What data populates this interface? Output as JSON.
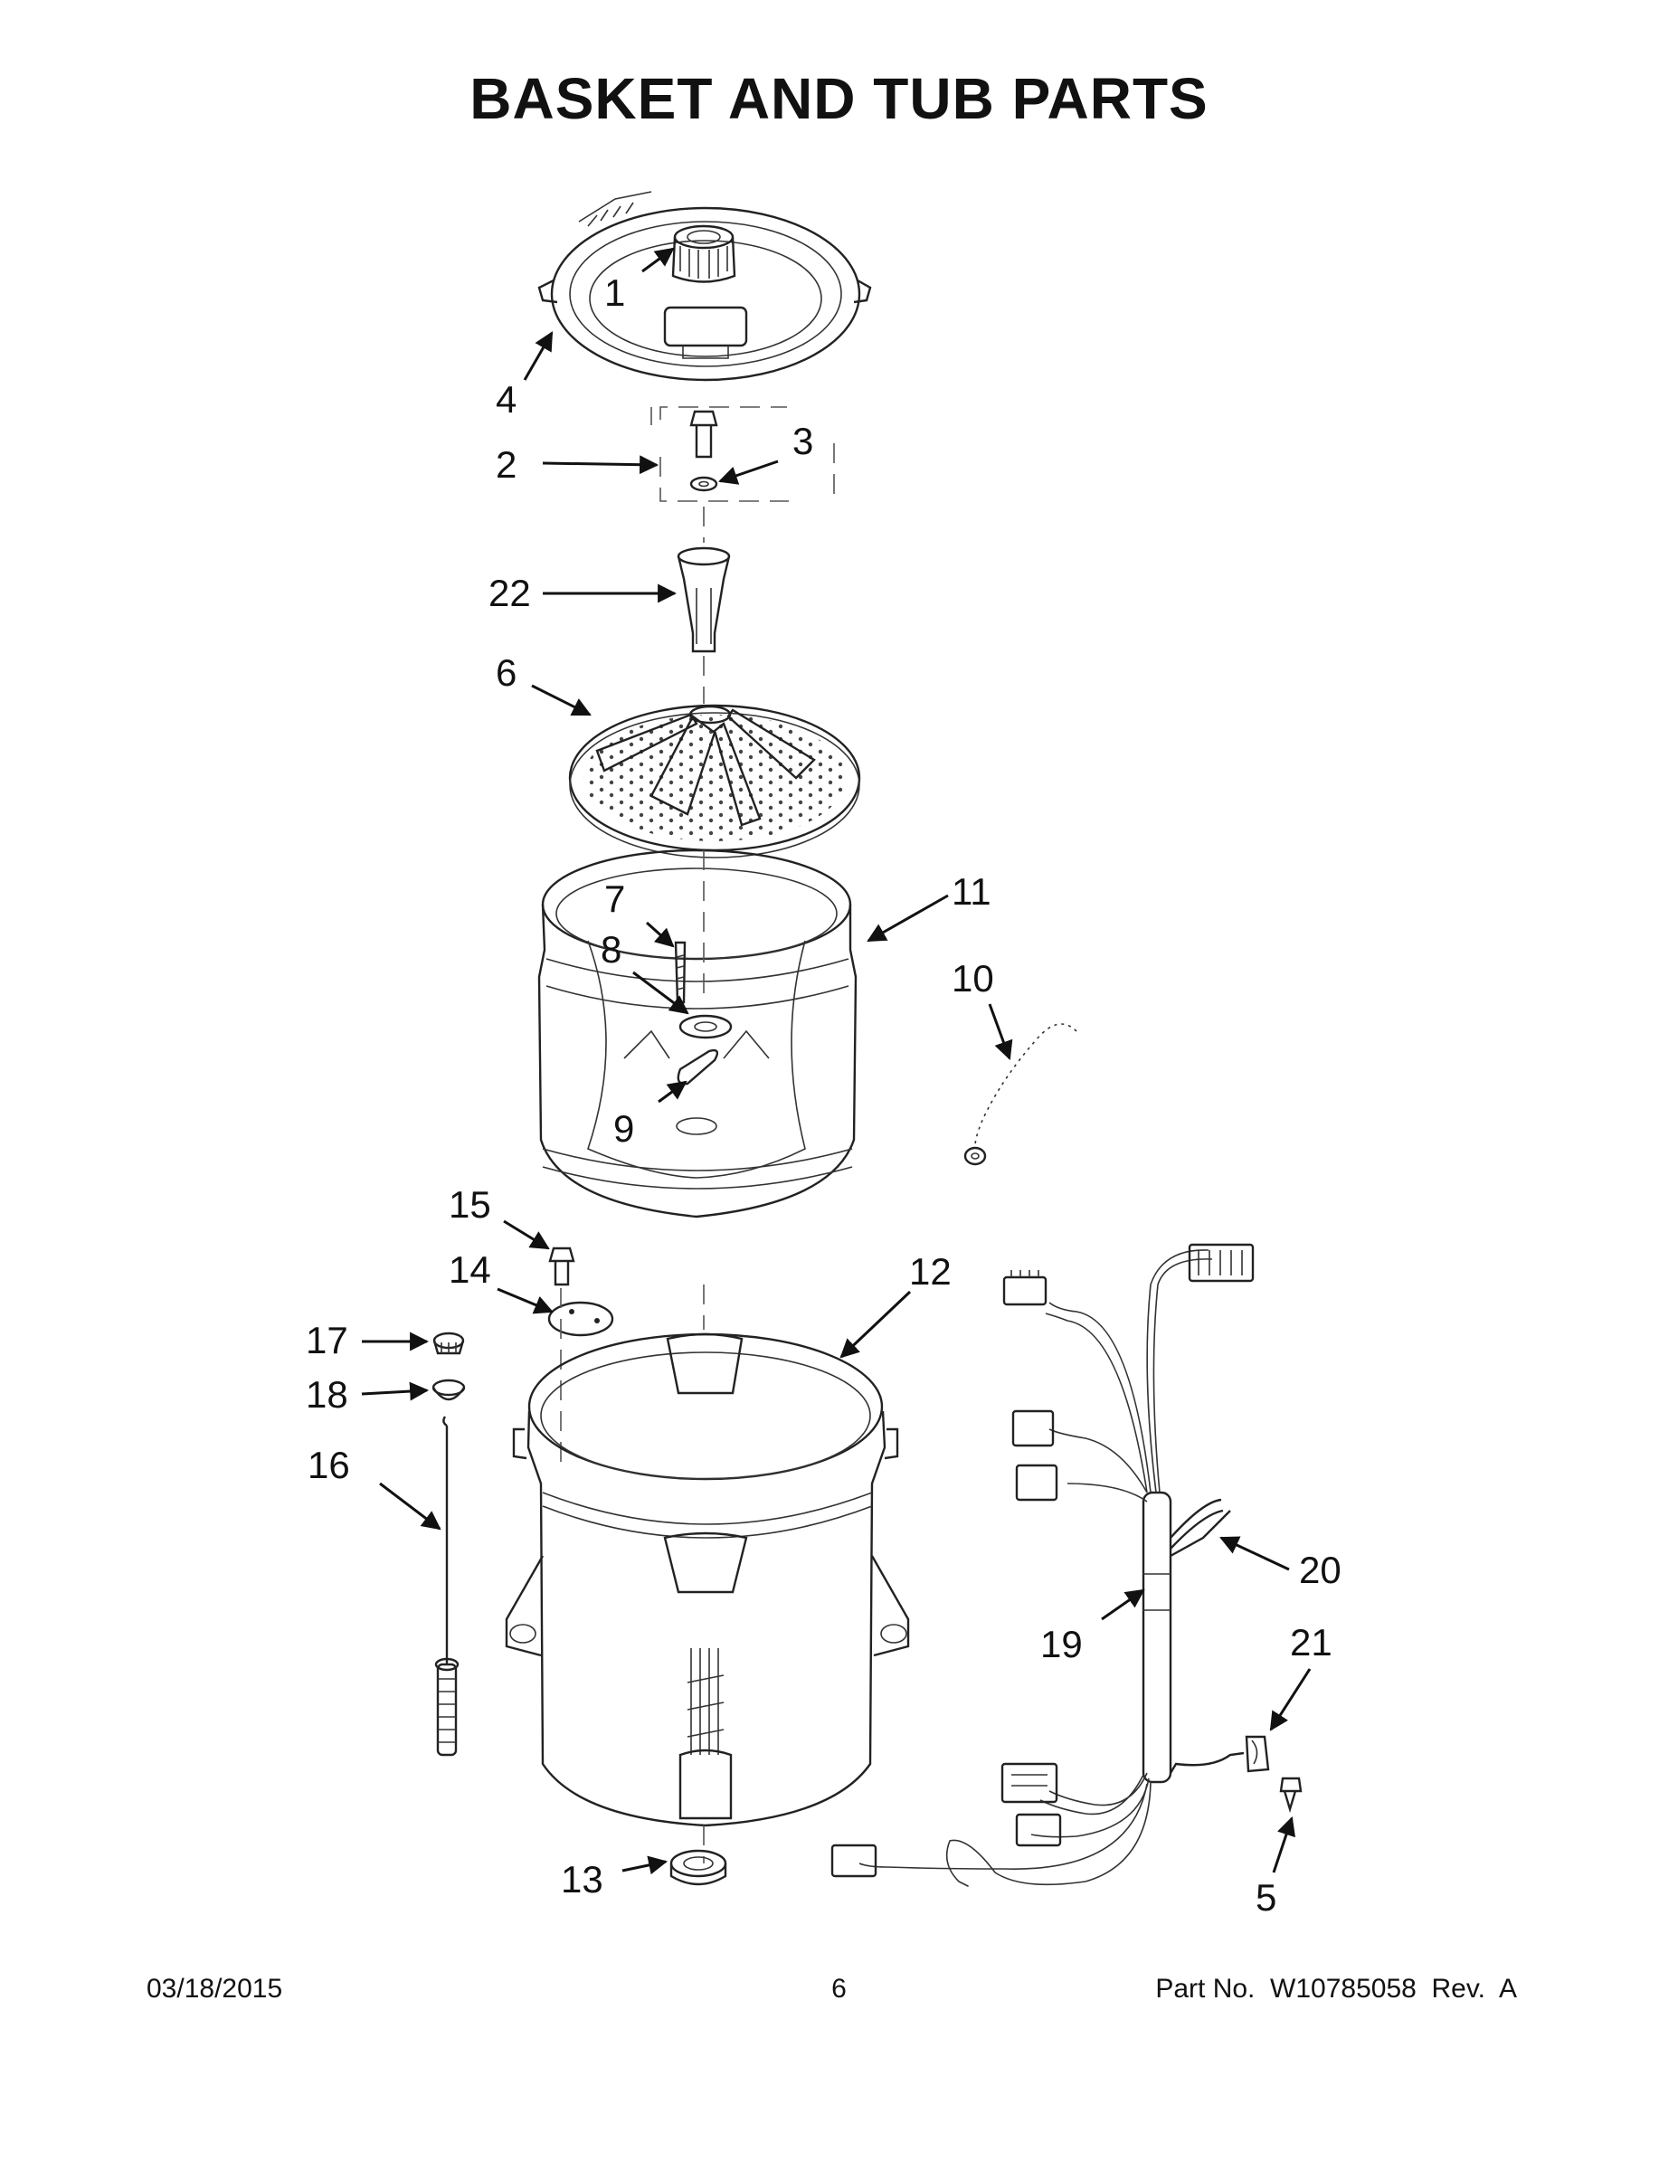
{
  "title": "BASKET AND TUB PARTS",
  "callouts": [
    {
      "num": "1"
    },
    {
      "num": "2"
    },
    {
      "num": "3"
    },
    {
      "num": "4"
    },
    {
      "num": "5"
    },
    {
      "num": "6"
    },
    {
      "num": "7"
    },
    {
      "num": "8"
    },
    {
      "num": "9"
    },
    {
      "num": "10"
    },
    {
      "num": "11"
    },
    {
      "num": "12"
    },
    {
      "num": "13"
    },
    {
      "num": "14"
    },
    {
      "num": "15"
    },
    {
      "num": "16"
    },
    {
      "num": "17"
    },
    {
      "num": "18"
    },
    {
      "num": "19"
    },
    {
      "num": "20"
    },
    {
      "num": "21"
    },
    {
      "num": "22"
    }
  ],
  "footer": {
    "date": "03/18/2015",
    "page": "6",
    "part_no": "Part No.  W10785058  Rev.  A"
  }
}
